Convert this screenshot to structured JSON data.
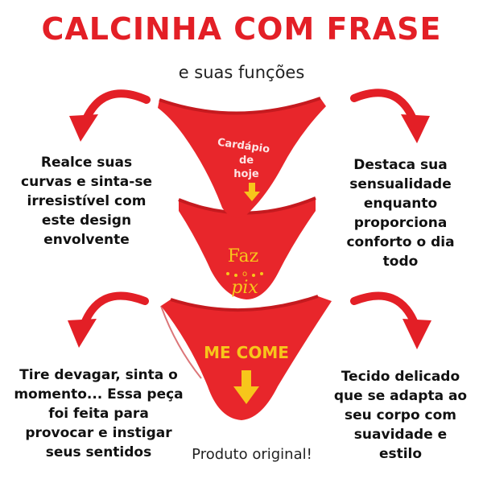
{
  "header": {
    "title": "CALCINHA COM FRASE",
    "subtitle": "e suas funções"
  },
  "features": {
    "top_left": [
      "Realce suas",
      "curvas e sinta-se",
      "irresistível com",
      "este design",
      "envolvente"
    ],
    "top_right": [
      "Destaca sua",
      "sensualidade",
      "enquanto",
      "proporciona",
      "conforto o dia",
      "todo"
    ],
    "bottom_left": [
      "Tire devagar, sinta o",
      "momento... Essa peça",
      "foi feita para",
      "provocar e instigar",
      "seus sentidos"
    ],
    "bottom_right": [
      "Tecido delicado",
      "que se adapta ao",
      "seu corpo com",
      "suavidade e",
      "estilo"
    ]
  },
  "products": {
    "top": [
      "Cardápio",
      "de",
      "hoje"
    ],
    "middle": [
      "Faz",
      "o",
      "pix"
    ],
    "bottom": "ME COME"
  },
  "footer": {
    "note": "Produto original!"
  },
  "colors": {
    "brand_red": "#e31f26",
    "fabric_red": "#e8262b",
    "print_yellow": "#f7c61b"
  }
}
